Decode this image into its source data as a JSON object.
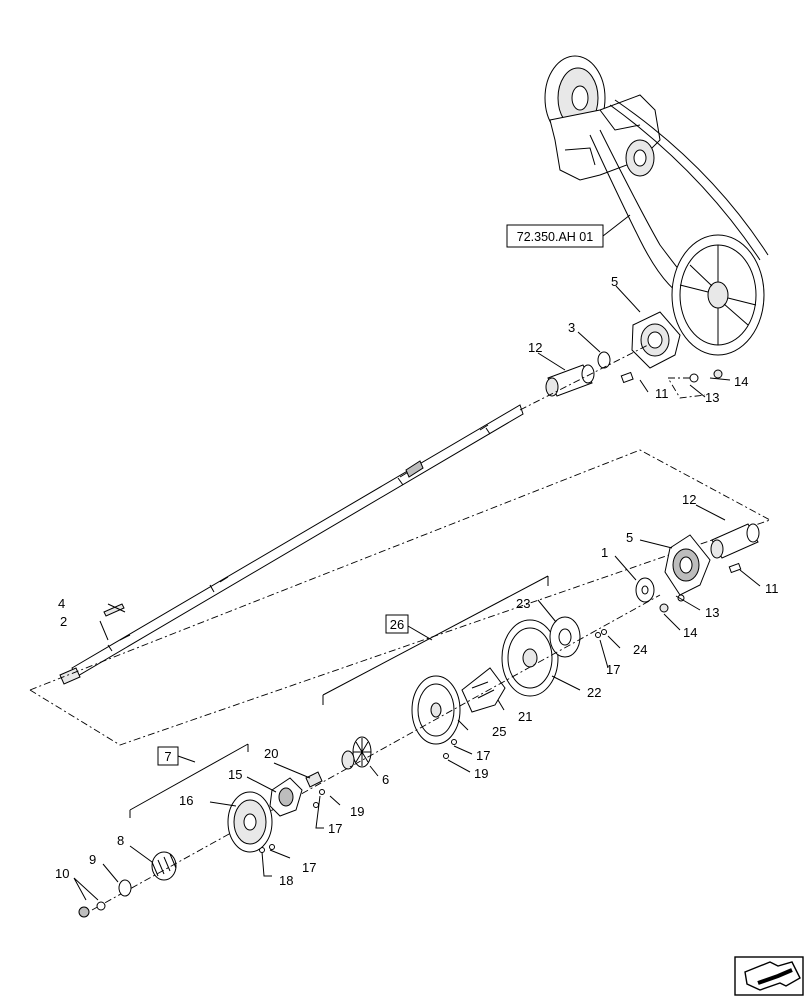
{
  "diagram": {
    "reference_label": "72.350.AH 01",
    "group_labels": {
      "group_26": "26",
      "group_7": "7"
    },
    "callouts": {
      "c1": "1",
      "c2": "2",
      "c3": "3",
      "c4": "4",
      "c5_top": "5",
      "c5_bottom": "5",
      "c6": "6",
      "c8": "8",
      "c9": "9",
      "c10": "10",
      "c11_top": "11",
      "c11_bottom": "11",
      "c12_top": "12",
      "c12_bottom": "12",
      "c13_top": "13",
      "c13_bottom": "13",
      "c14_top": "14",
      "c14_bottom": "14",
      "c15": "15",
      "c16": "16",
      "c17_a": "17",
      "c17_b": "17",
      "c17_c": "17",
      "c17_d": "17",
      "c18": "18",
      "c19_a": "19",
      "c19_b": "19",
      "c20": "20",
      "c21": "21",
      "c22": "22",
      "c23": "23",
      "c24": "24",
      "c25": "25"
    },
    "nav_icon": "page-navigation-arrow-icon"
  }
}
